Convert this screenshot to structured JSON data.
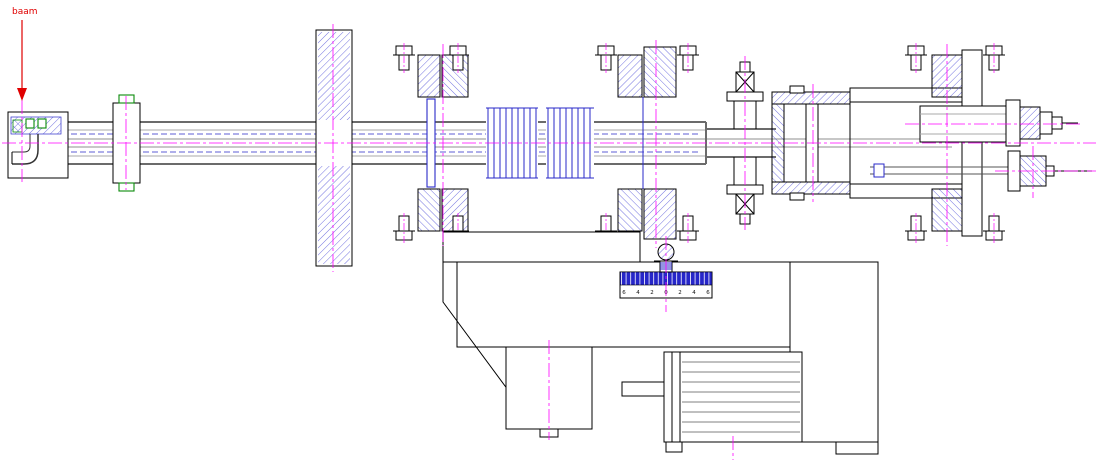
{
  "drawing": {
    "beam_label": "baam",
    "scale_ticks": [
      "6",
      "4",
      "2",
      "0",
      "2",
      "4",
      "6"
    ],
    "colors": {
      "outline": "#000000",
      "section_hatch": "#5050d8",
      "centerline": "#ff00ff",
      "hidden_line": "#2a2ac8",
      "beam_annotation": "#e00000",
      "fastener_accent": "#0a8a0a",
      "tube_body": "#6b6b6b",
      "background": "#ffffff"
    }
  }
}
